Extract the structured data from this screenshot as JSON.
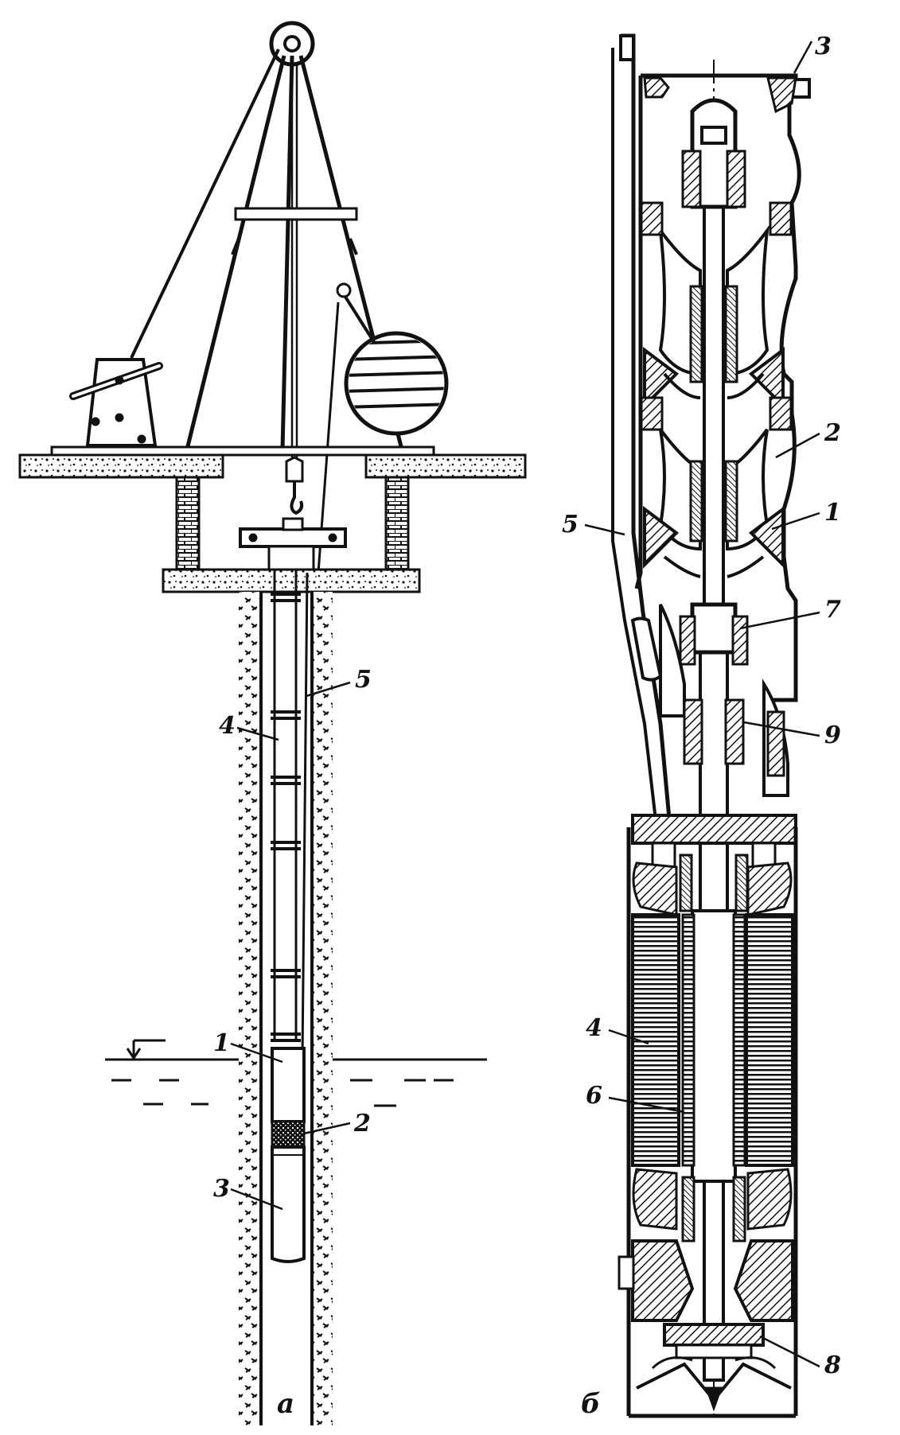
{
  "colors": {
    "ink": "#111111",
    "paper": "#ffffff",
    "hatch": "#111111"
  },
  "figure_a": {
    "caption": "а",
    "labels": {
      "l1": "1",
      "l2": "2",
      "l3": "3",
      "l4": "4",
      "l5": "5"
    }
  },
  "figure_b": {
    "caption": "б",
    "labels": {
      "l1": "1",
      "l2": "2",
      "l3": "3",
      "l4": "4",
      "l5": "5",
      "l6": "6",
      "l7": "7",
      "l8": "8",
      "l9": "9"
    }
  }
}
